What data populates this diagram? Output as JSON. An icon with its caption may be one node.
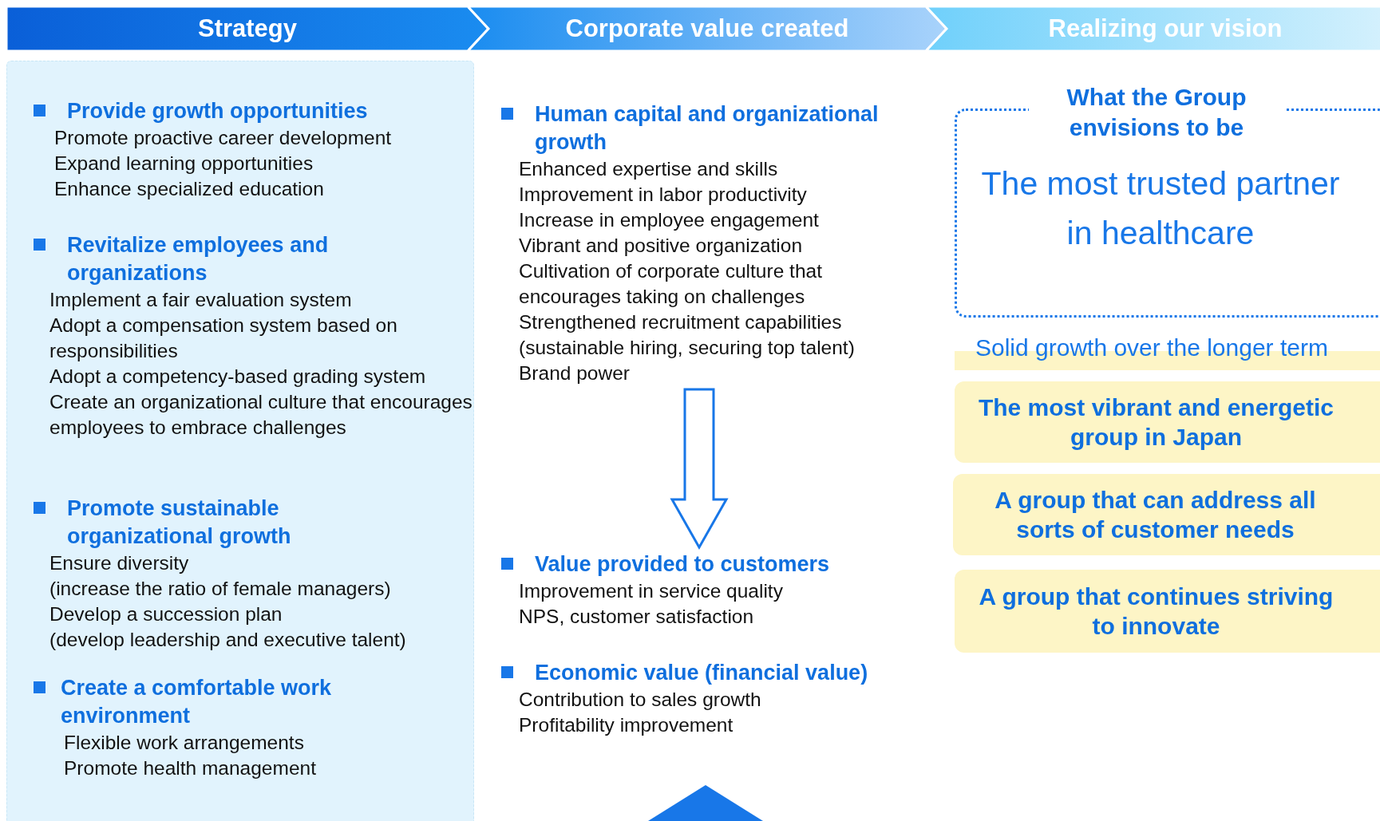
{
  "diagram": {
    "nodes": [
      {
        "text": [
          "Strategy"
        ]
      },
      {
        "text": [
          "Corporate value created"
        ]
      },
      {
        "text": [
          "Realizing our vision"
        ]
      },
      {
        "text": [
          "Provide growth opportunities"
        ],
        "beside": [
          "Promote proactive career development",
          "Expand learning opportunities",
          "Enhance specialized education"
        ]
      },
      {
        "text": [
          "Revitalize employees and organizations"
        ],
        "beside": [
          "Implement a fair evaluation system",
          "Adopt a compensation system based on responsibilities",
          "Adopt a competency-based grading system",
          "Create an organizational culture that encourages employees to embrace challenges"
        ]
      },
      {
        "text": [
          "Promote sustainable organizational growth"
        ],
        "beside": [
          "Ensure diversity",
          "(increase the ratio of female managers)",
          "Develop a succession plan",
          "(develop leadership and executive talent)"
        ]
      },
      {
        "text": [
          "Create a comfortable work environment"
        ],
        "beside": [
          "Flexible work arrangements",
          "Promote health management"
        ]
      },
      {
        "text": [
          "Human capital and organizational growth"
        ],
        "beside": [
          "Enhanced expertise and skills",
          "Improvement in labor productivity",
          "Increase in employee engagement",
          "Vibrant and positive organization",
          "Cultivation of corporate culture that encourages taking on challenges",
          "Strengthened recruitment capabilities",
          "(sustainable hiring, securing top talent)",
          "Brand power"
        ]
      },
      {
        "text": [
          "Value provided to customers"
        ],
        "beside": [
          "Improvement in service quality",
          "NPS, customer satisfaction"
        ]
      },
      {
        "text": [
          "Economic value (financial value)"
        ],
        "beside": [
          "Contribution to sales growth",
          "Profitability improvement"
        ]
      },
      {
        "text": [
          "What the Group envisions to be",
          "The most trusted partner in healthcare"
        ]
      },
      {
        "text": [
          "Solid growth over the longer term"
        ]
      },
      {
        "text": [
          "The most vibrant and energetic group in Japan"
        ]
      },
      {
        "text": [
          "A group that can address all sorts of customer needs"
        ]
      },
      {
        "text": [
          "A group that continues striving to innovate"
        ]
      },
      {
        "text": [],
        "shape": "triangle"
      }
    ],
    "edges": [
      {
        "from": 7,
        "to": 8,
        "arrow": "to"
      }
    ]
  }
}
